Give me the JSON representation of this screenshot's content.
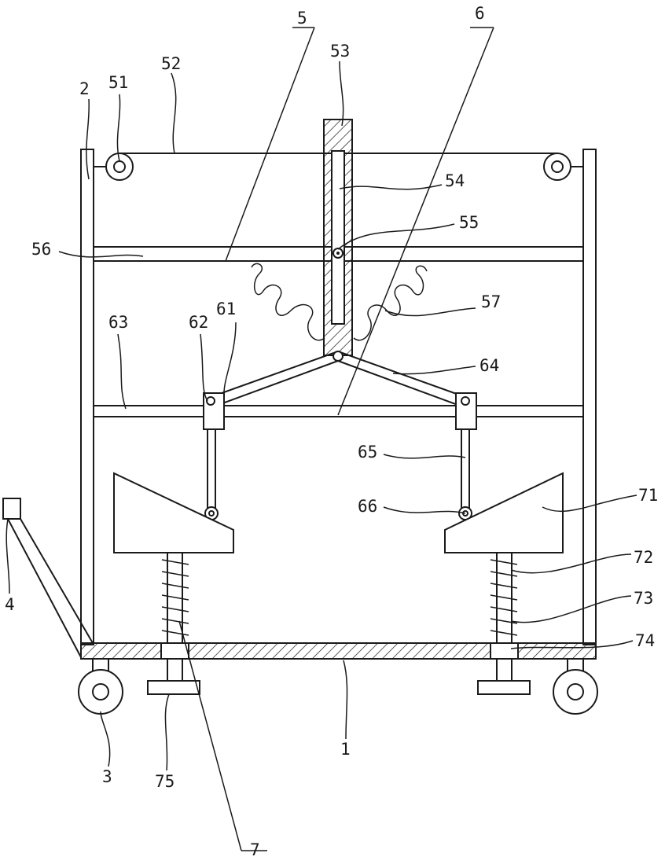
{
  "labels": {
    "l1": "1",
    "l2": "2",
    "l3": "3",
    "l4": "4",
    "l5": "5",
    "l6": "6",
    "l7": "7",
    "l51": "51",
    "l52": "52",
    "l53": "53",
    "l54": "54",
    "l55": "55",
    "l56": "56",
    "l57": "57",
    "l61": "61",
    "l62": "62",
    "l63": "63",
    "l64": "64",
    "l65": "65",
    "l66": "66",
    "l71": "71",
    "l72": "72",
    "l73": "73",
    "l74": "74",
    "l75": "75"
  }
}
